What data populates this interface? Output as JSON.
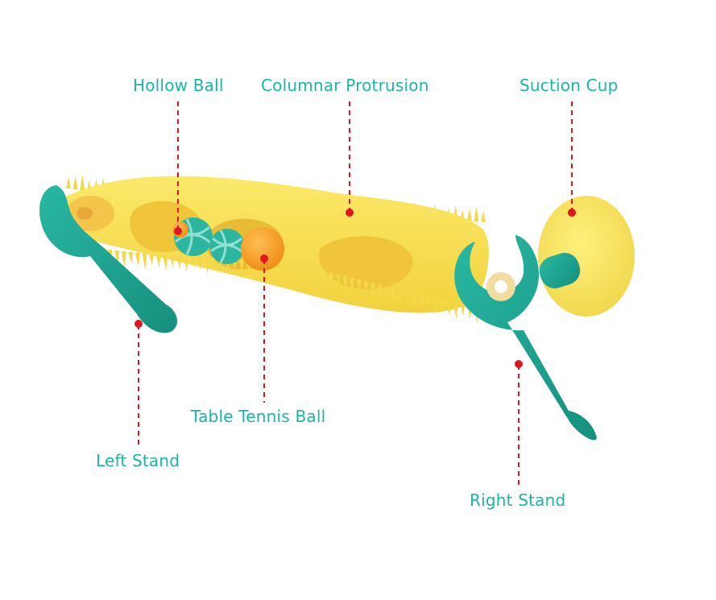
{
  "labels": {
    "hollow_ball": "Hollow Ball",
    "columnar_protrusion": "Columnar Protrusion",
    "suction_cup": "Suction Cup",
    "table_tennis_ball": "Table Tennis Ball",
    "left_stand": "Left Stand",
    "right_stand": "Right Stand"
  },
  "colors": {
    "label_text": "#1bb5a5",
    "leader_line": "#e0161f",
    "body_yellow": "#f7e35a",
    "stand_teal": "#1ea693",
    "ball_orange": "#f39a1f"
  }
}
